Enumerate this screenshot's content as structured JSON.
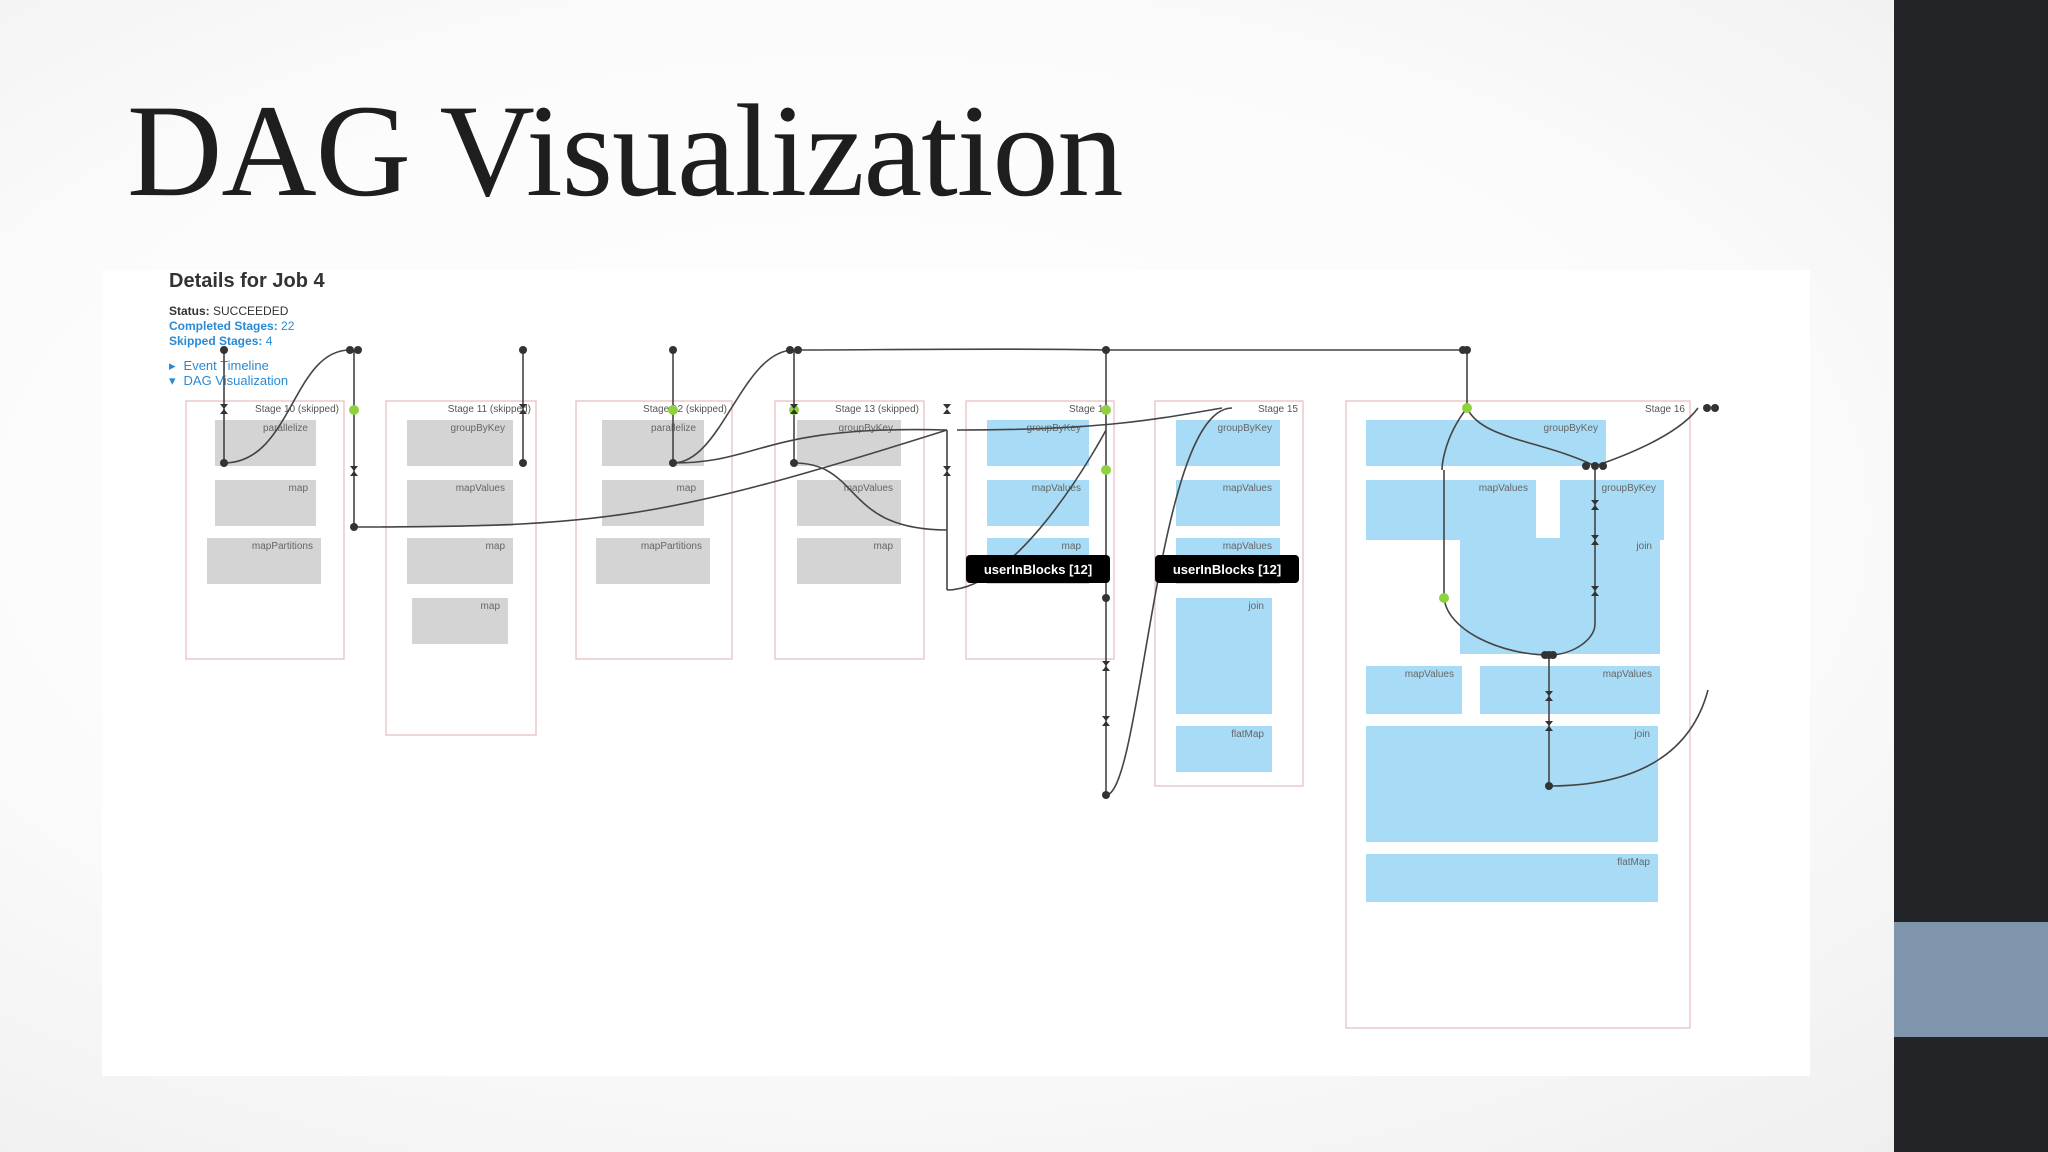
{
  "slide": {
    "title": "DAG Visualization"
  },
  "job": {
    "title": "Details for Job 4",
    "status_label": "Status:",
    "status_value": "SUCCEEDED",
    "completed_label": "Completed Stages:",
    "completed_value": "22",
    "skipped_label": "Skipped Stages:",
    "skipped_value": "4",
    "event_timeline": "Event Timeline",
    "dag_visualization": "DAG Visualization"
  },
  "colors": {
    "skipped_fill": "#d4d4d4",
    "active_fill": "#a8dcf6",
    "tooltip_bg": "#000000",
    "cached_dot": "#8fd13f"
  },
  "stages": [
    {
      "label": "Stage 10 (skipped)",
      "skipped": true,
      "ops": [
        {
          "label": "parallelize"
        },
        {
          "label": "map"
        },
        {
          "label": "mapPartitions"
        }
      ]
    },
    {
      "label": "Stage 11 (skipped)",
      "skipped": true,
      "ops": [
        {
          "label": "groupByKey"
        },
        {
          "label": "mapValues"
        },
        {
          "label": "map"
        },
        {
          "label": "map"
        }
      ]
    },
    {
      "label": "Stage 12 (skipped)",
      "skipped": true,
      "ops": [
        {
          "label": "parallelize"
        },
        {
          "label": "map"
        },
        {
          "label": "mapPartitions"
        }
      ]
    },
    {
      "label": "Stage 13 (skipped)",
      "skipped": true,
      "ops": [
        {
          "label": "groupByKey"
        },
        {
          "label": "mapValues"
        },
        {
          "label": "map"
        }
      ]
    },
    {
      "label": "Stage 14",
      "skipped": false,
      "ops": [
        {
          "label": "groupByKey"
        },
        {
          "label": "mapValues"
        },
        {
          "label": "map"
        }
      ]
    },
    {
      "label": "Stage 15",
      "skipped": false,
      "ops": [
        {
          "label": "groupByKey"
        },
        {
          "label": "mapValues"
        },
        {
          "label": "mapValues"
        },
        {
          "label": "join"
        },
        {
          "label": "flatMap"
        }
      ]
    },
    {
      "label": "Stage 16",
      "skipped": false,
      "ops": [
        {
          "label": "groupByKey"
        },
        {
          "label": "mapValues"
        },
        {
          "label": "groupByKey"
        },
        {
          "label": "join"
        },
        {
          "label": "mapValues"
        },
        {
          "label": "mapValues"
        },
        {
          "label": "join"
        },
        {
          "label": "flatMap"
        }
      ]
    }
  ],
  "tooltips": [
    {
      "text": "userInBlocks [12]"
    },
    {
      "text": "userInBlocks [12]"
    }
  ]
}
